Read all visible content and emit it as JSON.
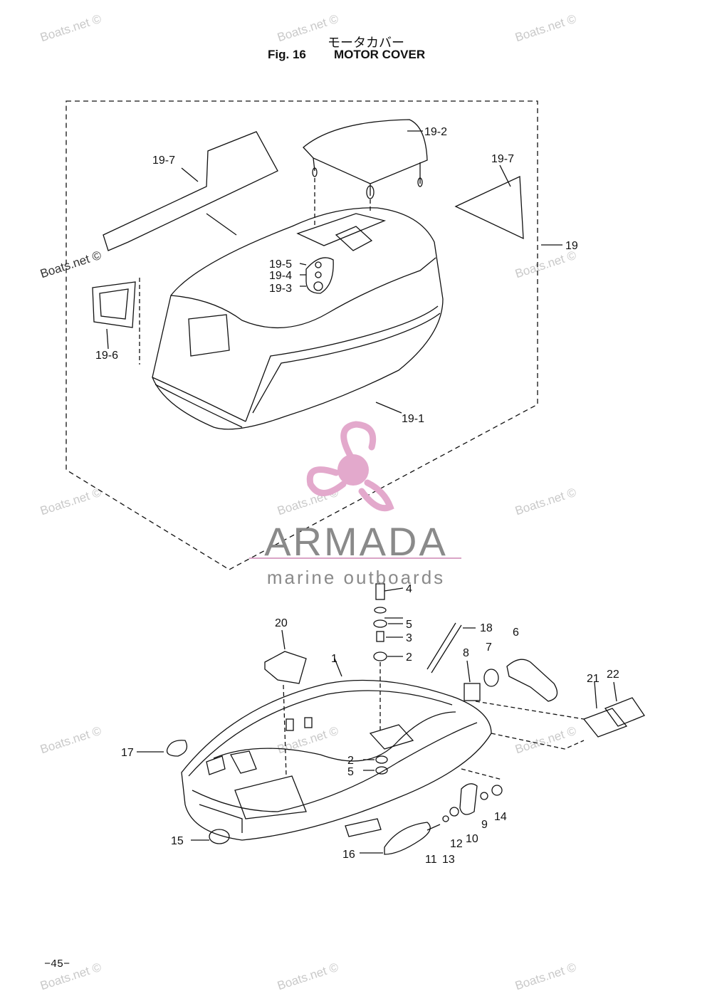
{
  "header": {
    "title_jp": "モータカバー",
    "fig_number": "Fig. 16",
    "fig_title": "MOTOR COVER"
  },
  "footer": {
    "page_number": "−45−"
  },
  "watermark": {
    "text": "Boats.net ©"
  },
  "brand": {
    "name": "ARMADA",
    "tagline": "marine outboards",
    "logo": "propeller-icon",
    "accent_color": "#e3a9cc",
    "text_color": "#8a8a8a"
  },
  "callouts": {
    "c19_7a": "19-7",
    "c19_2": "19-2",
    "c19_7b": "19-7",
    "c19": "19",
    "c19_5": "19-5",
    "c19_4": "19-4",
    "c19_3": "19-3",
    "c19_6": "19-6",
    "c19_1": "19-1",
    "c4": "4",
    "c5a": "5",
    "c3": "3",
    "c2a": "2",
    "c18": "18",
    "c6": "6",
    "c7": "7",
    "c8": "8",
    "c20": "20",
    "c1": "1",
    "c21": "21",
    "c22": "22",
    "c17": "17",
    "c2b": "2",
    "c5b": "5",
    "c14": "14",
    "c9": "9",
    "c10": "10",
    "c12": "12",
    "c15": "15",
    "c16": "16",
    "c11": "11",
    "c13": "13"
  }
}
